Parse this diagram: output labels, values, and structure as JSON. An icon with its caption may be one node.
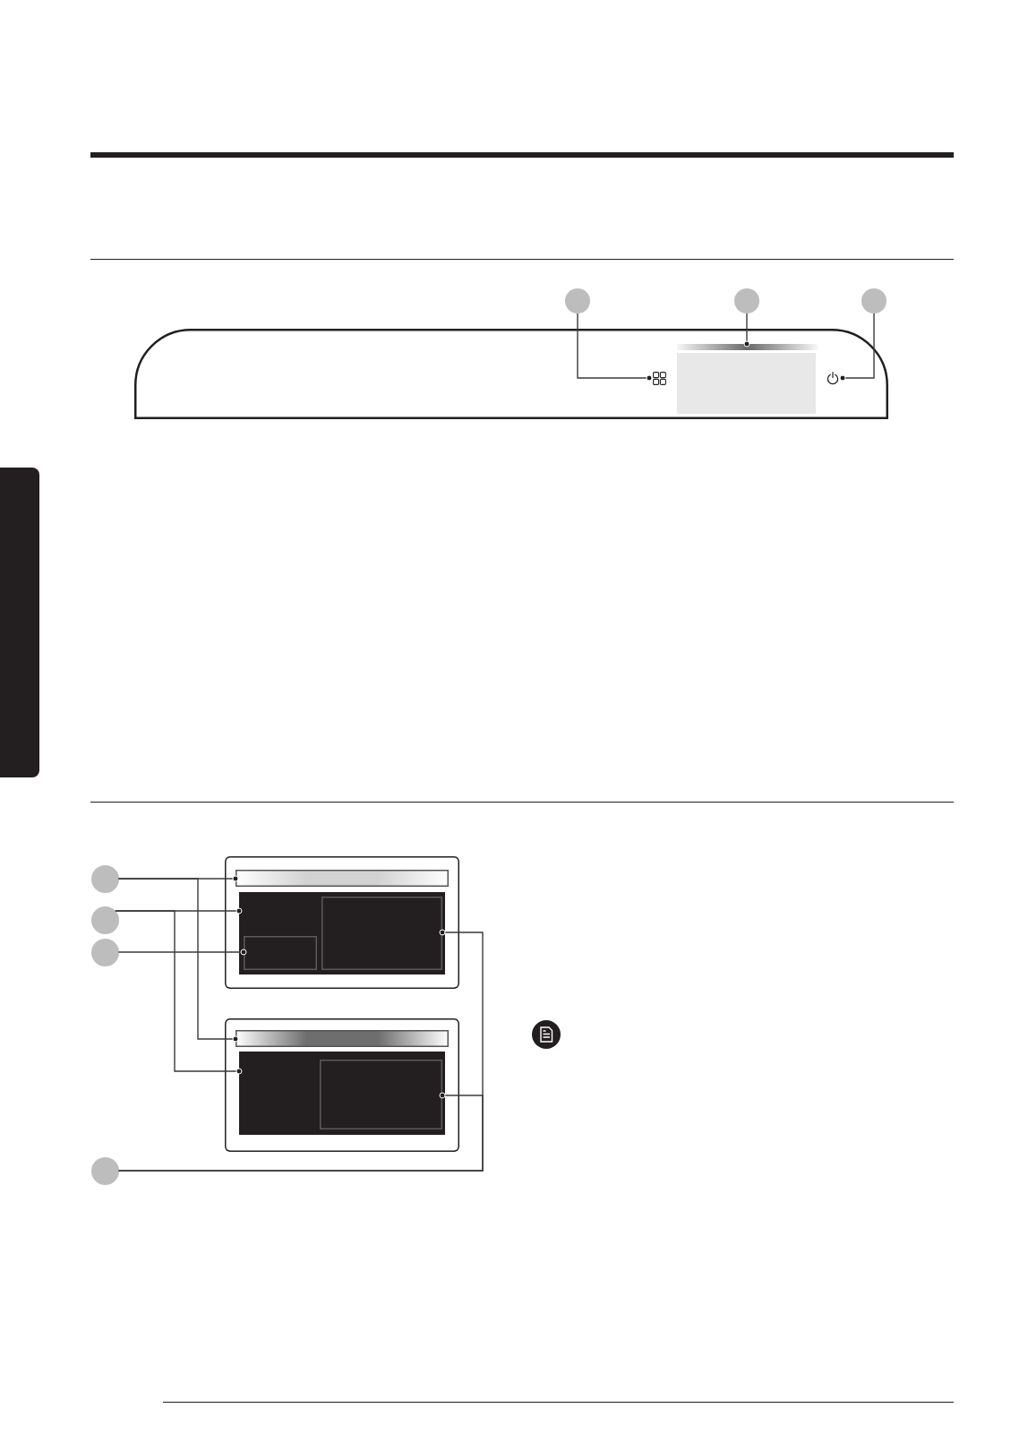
{
  "diagram": {
    "nodes": [
      {
        "text": [],
        "shape": "circle"
      },
      {
        "text": [],
        "shape": "circle"
      },
      {
        "text": [],
        "shape": "circle"
      },
      {
        "text": [],
        "shape": "box"
      },
      {
        "text": [],
        "shape": "picture",
        "in": 3
      },
      {
        "text": [],
        "shape": "bar",
        "in": 3
      },
      {
        "text": [],
        "shape": "box",
        "in": 3
      },
      {
        "text": [],
        "shape": "picture",
        "in": 3
      },
      {
        "text": [],
        "shape": "box"
      },
      {
        "text": [],
        "shape": "circle"
      },
      {
        "text": [],
        "shape": "circle"
      },
      {
        "text": [],
        "shape": "circle"
      },
      {
        "text": [],
        "shape": "box"
      },
      {
        "text": [],
        "shape": "bar",
        "in": 12
      },
      {
        "text": [],
        "shape": "box",
        "in": 12
      },
      {
        "text": [],
        "shape": "box",
        "in": 14
      },
      {
        "text": [],
        "shape": "box",
        "in": 14
      },
      {
        "text": [],
        "shape": "box"
      },
      {
        "text": [],
        "shape": "bar",
        "in": 17
      },
      {
        "text": [],
        "shape": "box",
        "in": 17
      },
      {
        "text": [],
        "shape": "box",
        "in": 19
      },
      {
        "text": [],
        "shape": "circle"
      }
    ],
    "edges": [
      {
        "from": 0,
        "to": 4,
        "arrow": "other"
      },
      {
        "from": 1,
        "to": 5,
        "arrow": "other"
      },
      {
        "from": 2,
        "to": 7,
        "arrow": "other"
      },
      {
        "from": 9,
        "to": 13,
        "arrow": "other"
      },
      {
        "from": 9,
        "to": 18,
        "arrow": "other"
      },
      {
        "from": 10,
        "to": 14,
        "arrow": "other"
      },
      {
        "from": 10,
        "to": 19,
        "arrow": "other"
      },
      {
        "from": 11,
        "to": 15,
        "arrow": "other"
      },
      {
        "from": 21,
        "to": 16,
        "arrow": "other"
      },
      {
        "from": 21,
        "to": 20,
        "arrow": "other"
      }
    ]
  }
}
